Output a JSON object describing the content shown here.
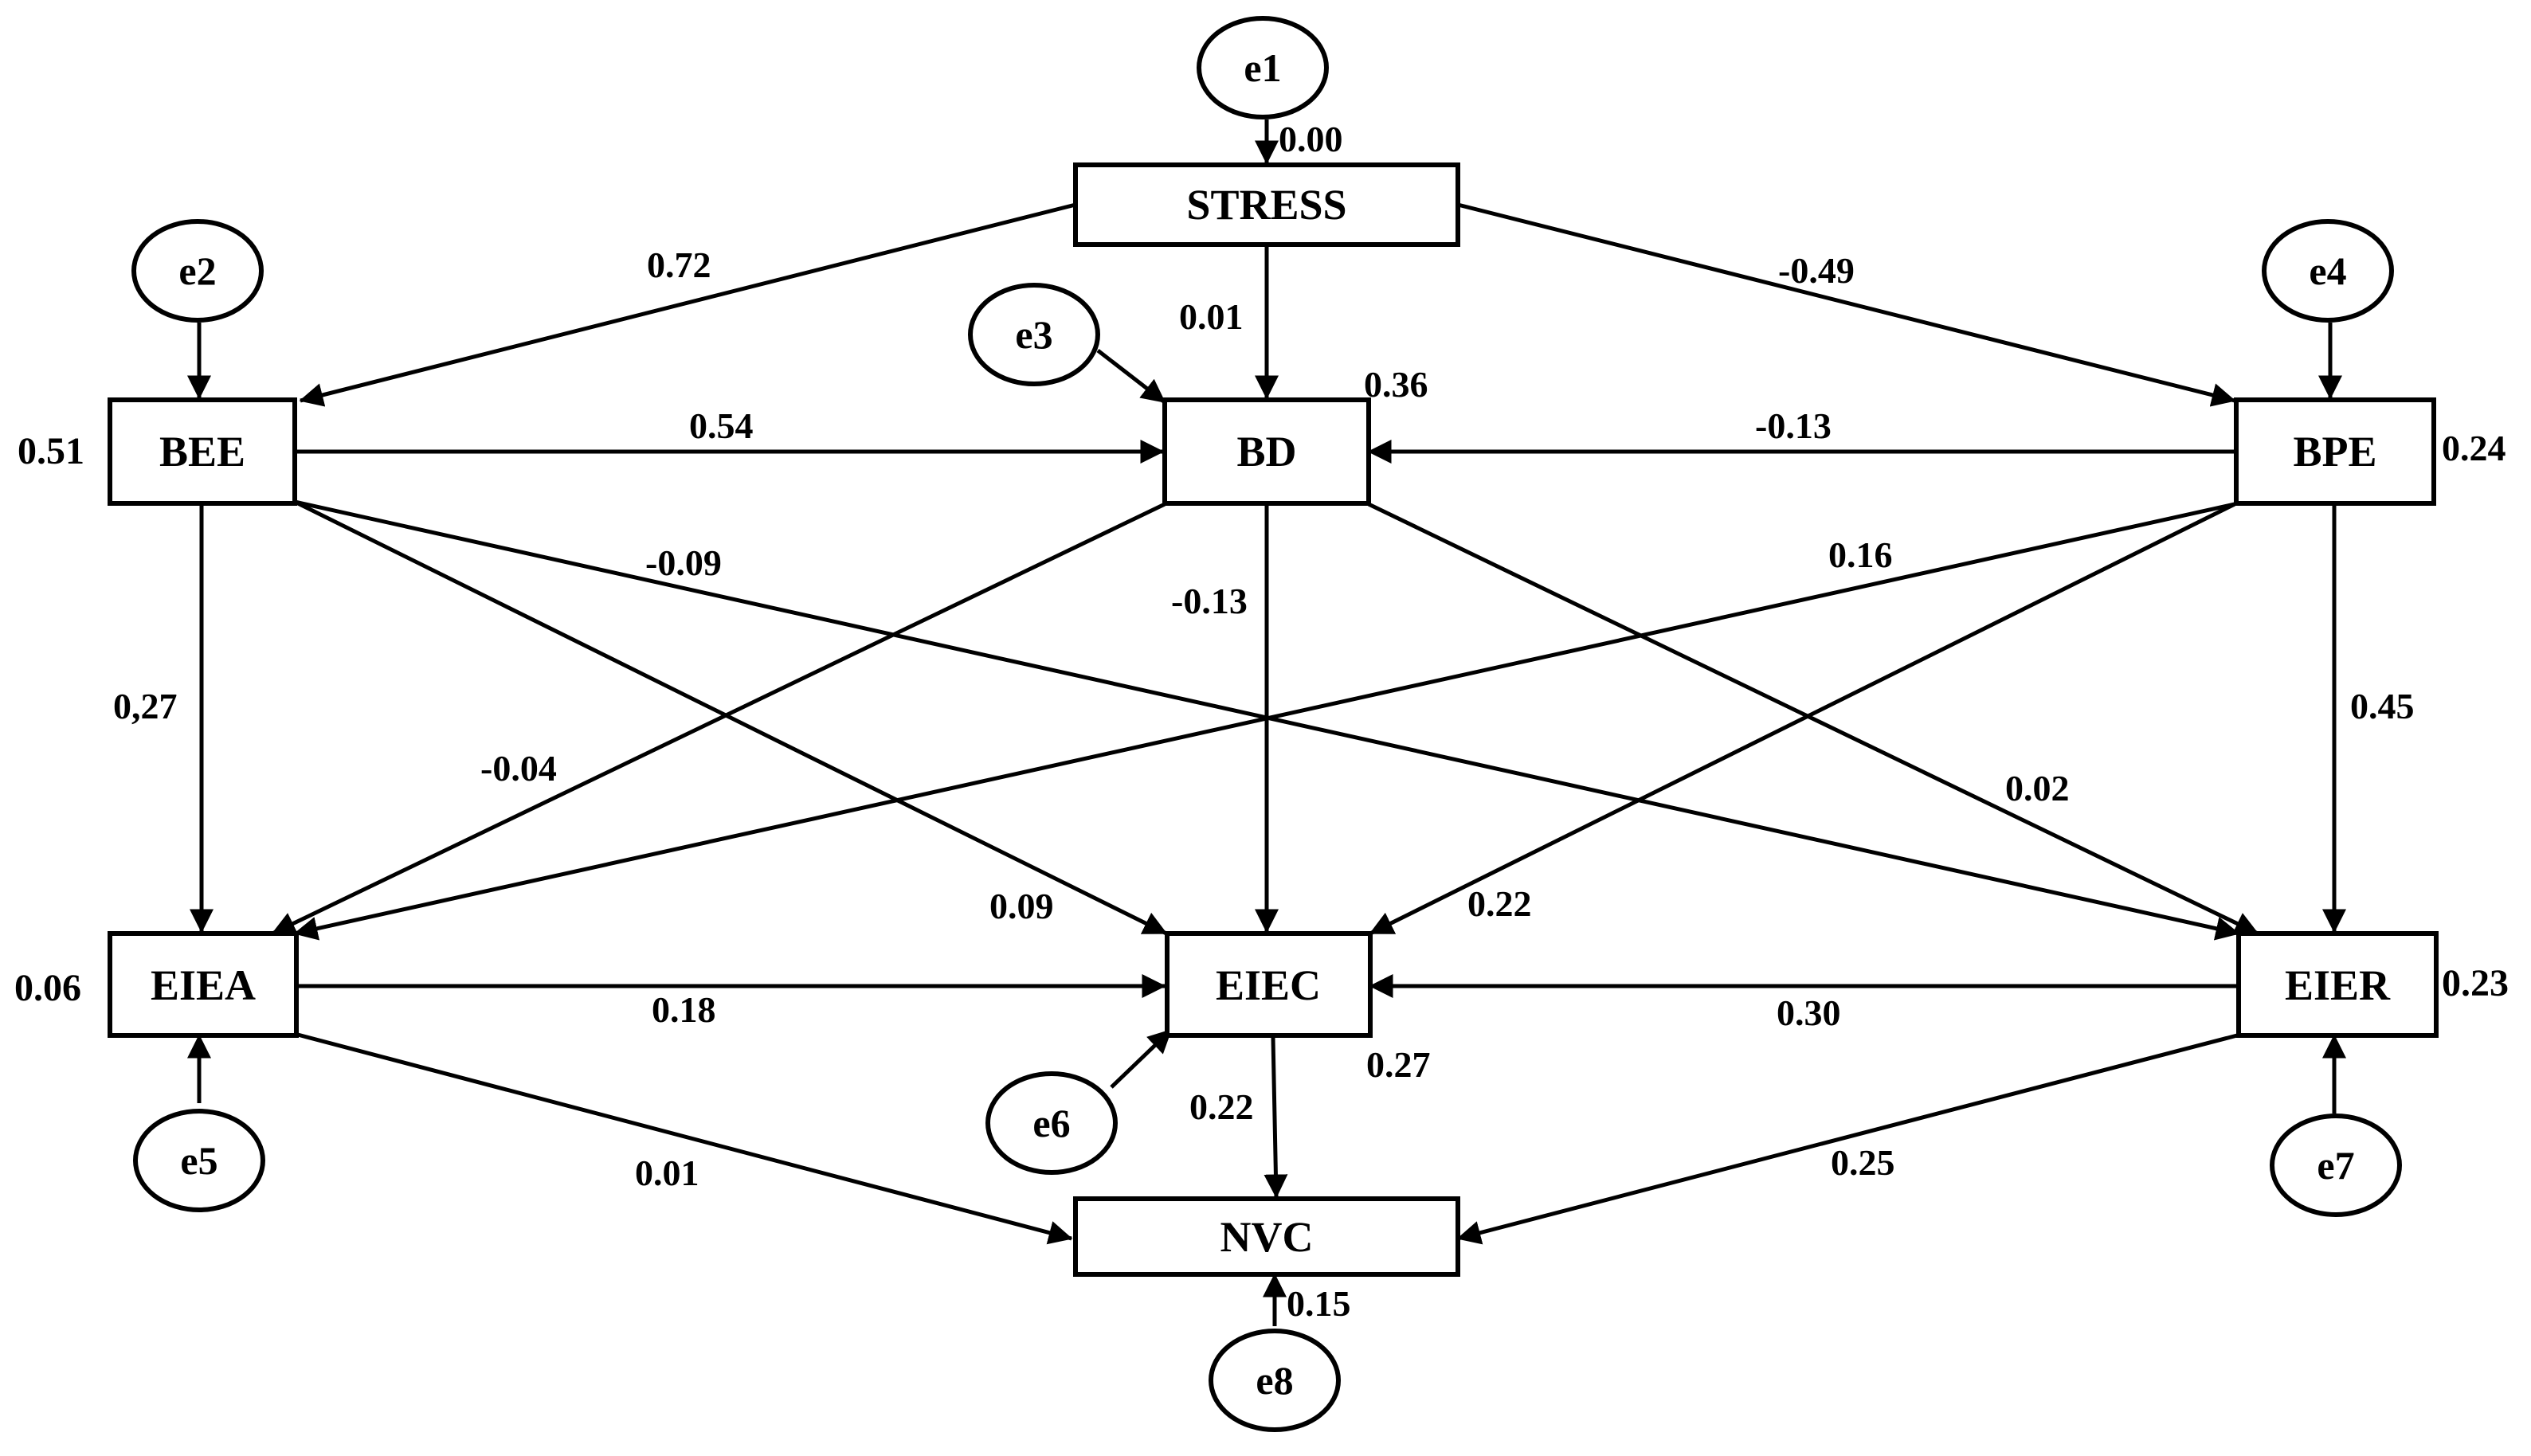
{
  "nodes": {
    "stress": "STRESS",
    "bee": "BEE",
    "bd": "BD",
    "bpe": "BPE",
    "eiea": "EIEA",
    "eiec": "EIEC",
    "eier": "EIER",
    "nvc": "NVC"
  },
  "errors": {
    "e1": "e1",
    "e2": "e2",
    "e3": "e3",
    "e4": "e4",
    "e5": "e5",
    "e6": "e6",
    "e7": "e7",
    "e8": "e8"
  },
  "variance": {
    "stress": "0.00",
    "bee": "0.51",
    "bd": "0.36",
    "bpe": "0.24",
    "eiea": "0.06",
    "eiec": "0.27",
    "eier": "0.23",
    "nvc": "0.15"
  },
  "paths": {
    "stress_bee": "0.72",
    "stress_bd": "0.01",
    "stress_bpe": "-0.49",
    "bee_bd": "0.54",
    "bpe_bd": "-0.13",
    "bee_eiea": "0,27",
    "bee_eiec": "0.09",
    "bee_eier": "-0.09",
    "bd_eiea": "-0.04",
    "bd_eiec": "-0.13",
    "bd_eier": "0.02",
    "bpe_eiea": "0.16",
    "bpe_eiec": "0.22",
    "bpe_eier": "0.45",
    "eiea_eiec": "0.18",
    "eier_eiec": "0.30",
    "eiea_nvc": "0.01",
    "eiec_nvc": "0.22",
    "eier_nvc": "0.25"
  }
}
